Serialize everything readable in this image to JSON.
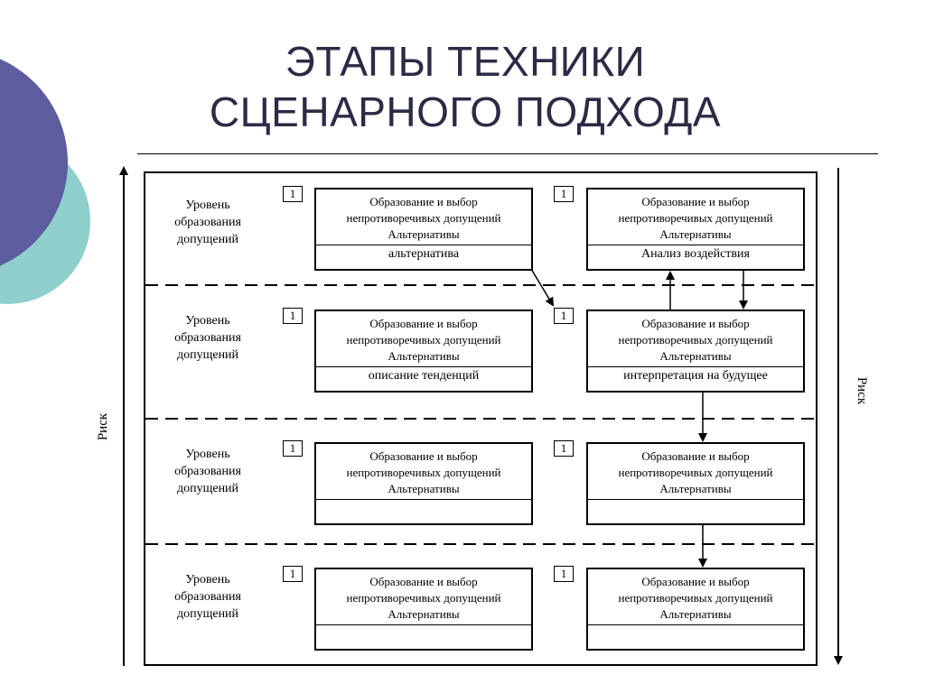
{
  "slide": {
    "title_line1": "ЭТАПЫ ТЕХНИКИ",
    "title_line2": "СЦЕНАРНОГО ПОДХОДА"
  },
  "diagram": {
    "risk_left": "Риск",
    "risk_right": "Риск",
    "rows": [
      {
        "label": [
          "Уровень",
          "образования",
          "допущений"
        ],
        "left": {
          "num": "1",
          "top": [
            "Образование и выбор",
            "непротиворечивых допущений",
            "Альтернативы"
          ],
          "bottom": "альтернатива"
        },
        "right": {
          "num": "1",
          "top": [
            "Образование и выбор",
            "непротиворечивых допущений",
            "Альтернативы"
          ],
          "bottom": "Анализ воздействия"
        }
      },
      {
        "label": [
          "Уровень",
          "образования",
          "допущений"
        ],
        "left": {
          "num": "1",
          "top": [
            "Образование и выбор",
            "непротиворечивых допущений",
            "Альтернативы"
          ],
          "bottom": "описание тенденций"
        },
        "right": {
          "num": "1",
          "top": [
            "Образование и выбор",
            "непротиворечивых допущений",
            "Альтернативы"
          ],
          "bottom": "интерпретация на будущее"
        }
      },
      {
        "label": [
          "Уровень",
          "образования",
          "допущений"
        ],
        "left": {
          "num": "1",
          "top": [
            "Образование и выбор",
            "непротиворечивых допущений",
            "Альтернативы"
          ],
          "bottom": ""
        },
        "right": {
          "num": "1",
          "top": [
            "Образование и выбор",
            "непротиворечивых допущений",
            "Альтернативы"
          ],
          "bottom": ""
        }
      },
      {
        "label": [
          "Уровень",
          "образования",
          "допущений"
        ],
        "left": {
          "num": "1",
          "top": [
            "Образование и выбор",
            "непротиворечивых допущений",
            "Альтернативы"
          ],
          "bottom": ""
        },
        "right": {
          "num": "1",
          "top": [
            "Образование и выбор",
            "непротиворечивых допущений",
            "Альтернативы"
          ],
          "bottom": ""
        }
      }
    ]
  },
  "colors": {
    "title": "#2b2b45",
    "circle_purple": "#5c5c9e",
    "circle_teal": "#8fcfcc"
  }
}
